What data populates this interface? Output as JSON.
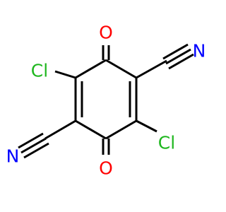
{
  "molecule": {
    "atoms": {
      "oxygen_top": "O",
      "oxygen_bottom": "O",
      "chlorine_left": "Cl",
      "chlorine_right": "Cl",
      "nitrogen_top": "N",
      "nitrogen_bottom": "N"
    },
    "colors": {
      "oxygen": "#ff0000",
      "chlorine": "#1fb71f",
      "nitrogen": "#0000ff",
      "bond": "#000000"
    }
  }
}
